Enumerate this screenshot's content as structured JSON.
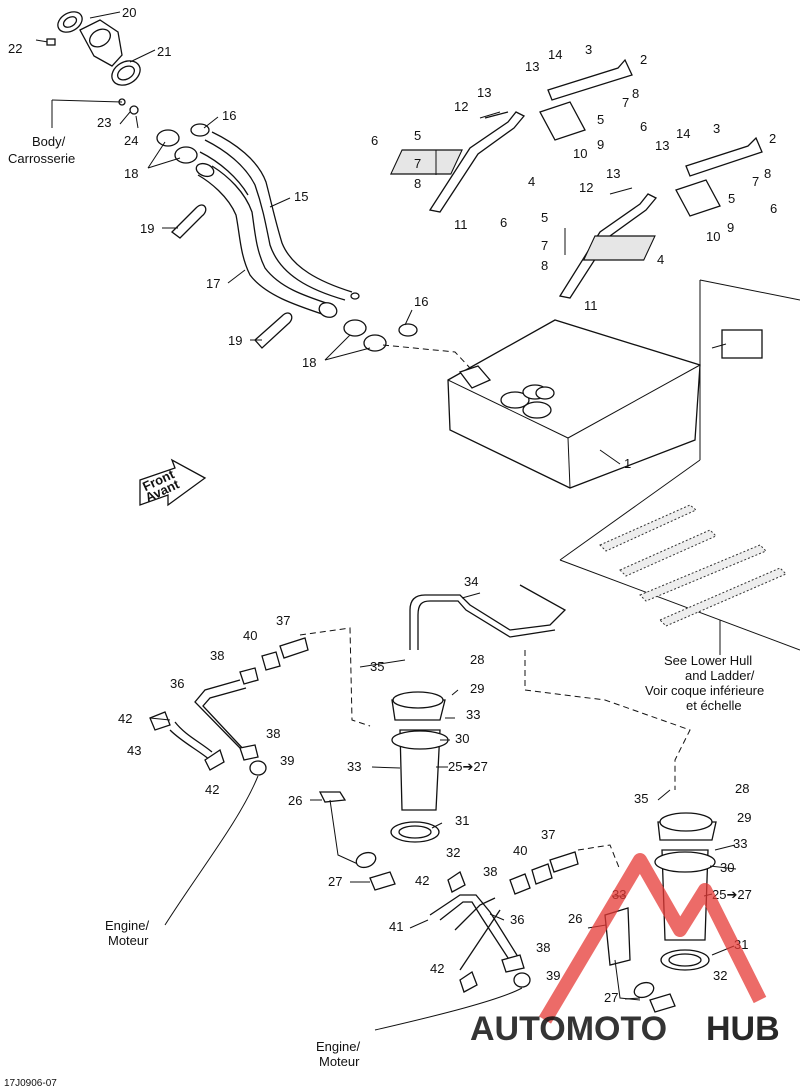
{
  "figure_code": "17J0906-07",
  "notes": {
    "body_line1": "Body/",
    "body_line2": "Carrosserie",
    "front_line1": "Front",
    "front_line2": "Avant",
    "lower_hull_line1": "See Lower Hull",
    "lower_hull_line2": "and Ladder/",
    "lower_hull_line3": "Voir coque inférieure",
    "lower_hull_line4": "et échelle",
    "engine_line1": "Engine/",
    "engine_line2": "Moteur"
  },
  "watermark": {
    "part1": "AUTOMOTO",
    "part2": "HUB",
    "color_red": "#e53935",
    "color_gray": "#9e9e9e"
  },
  "callouts": [
    {
      "label": "20"
    },
    {
      "label": "22"
    },
    {
      "label": "21"
    },
    {
      "label": "23"
    },
    {
      "label": "24"
    },
    {
      "label": "16"
    },
    {
      "label": "18"
    },
    {
      "label": "15"
    },
    {
      "label": "19"
    },
    {
      "label": "17"
    },
    {
      "label": "16"
    },
    {
      "label": "19"
    },
    {
      "label": "18"
    },
    {
      "label": "14"
    },
    {
      "label": "3"
    },
    {
      "label": "13"
    },
    {
      "label": "2"
    },
    {
      "label": "8"
    },
    {
      "label": "13"
    },
    {
      "label": "7"
    },
    {
      "label": "12"
    },
    {
      "label": "5"
    },
    {
      "label": "6"
    },
    {
      "label": "6"
    },
    {
      "label": "5"
    },
    {
      "label": "10"
    },
    {
      "label": "9"
    },
    {
      "label": "7"
    },
    {
      "label": "8"
    },
    {
      "label": "4"
    },
    {
      "label": "11"
    },
    {
      "label": "14"
    },
    {
      "label": "3"
    },
    {
      "label": "13"
    },
    {
      "label": "2"
    },
    {
      "label": "8"
    },
    {
      "label": "7"
    },
    {
      "label": "13"
    },
    {
      "label": "12"
    },
    {
      "label": "5"
    },
    {
      "label": "6"
    },
    {
      "label": "6"
    },
    {
      "label": "5"
    },
    {
      "label": "10"
    },
    {
      "label": "9"
    },
    {
      "label": "7"
    },
    {
      "label": "8"
    },
    {
      "label": "4"
    },
    {
      "label": "11"
    },
    {
      "label": "1"
    },
    {
      "label": "34"
    },
    {
      "label": "37"
    },
    {
      "label": "40"
    },
    {
      "label": "38"
    },
    {
      "label": "36"
    },
    {
      "label": "42"
    },
    {
      "label": "43"
    },
    {
      "label": "38"
    },
    {
      "label": "39"
    },
    {
      "label": "42"
    },
    {
      "label": "35"
    },
    {
      "label": "28"
    },
    {
      "label": "29"
    },
    {
      "label": "33"
    },
    {
      "label": "30"
    },
    {
      "label": "33"
    },
    {
      "label": "25➔27"
    },
    {
      "label": "26"
    },
    {
      "label": "31"
    },
    {
      "label": "32"
    },
    {
      "label": "27"
    },
    {
      "label": "35"
    },
    {
      "label": "28"
    },
    {
      "label": "29"
    },
    {
      "label": "33"
    },
    {
      "label": "30"
    },
    {
      "label": "37"
    },
    {
      "label": "40"
    },
    {
      "label": "38"
    },
    {
      "label": "42"
    },
    {
      "label": "33"
    },
    {
      "label": "25➔27"
    },
    {
      "label": "26"
    },
    {
      "label": "41"
    },
    {
      "label": "36"
    },
    {
      "label": "38"
    },
    {
      "label": "31"
    },
    {
      "label": "39"
    },
    {
      "label": "42"
    },
    {
      "label": "32"
    },
    {
      "label": "27"
    }
  ]
}
